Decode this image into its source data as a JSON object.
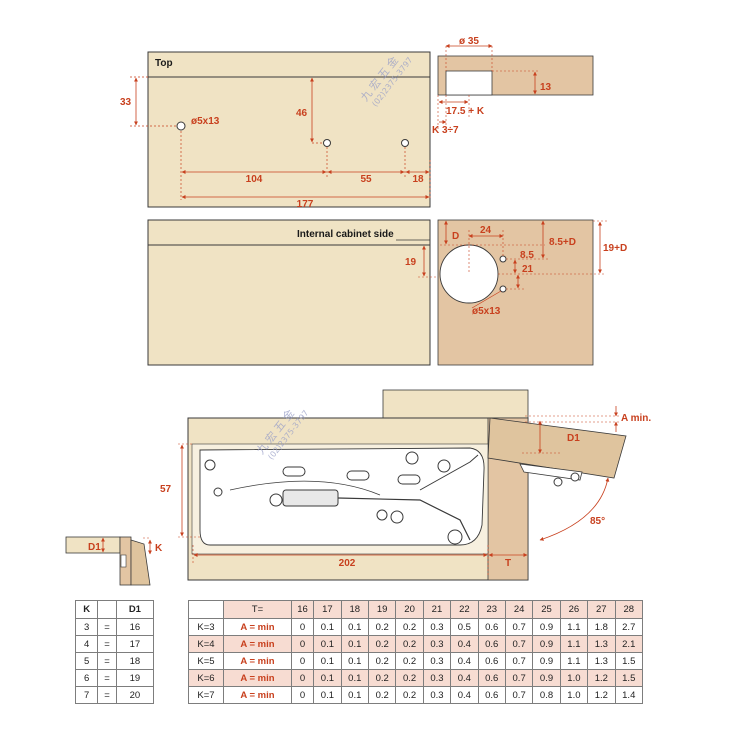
{
  "colors": {
    "wood": "#f0e3c4",
    "wood_dark": "#dfc49e",
    "wood_side": "#e3c5a3",
    "dimension": "#c8401e",
    "line": "#3a3a3a",
    "table_shade": "#f7dcd2"
  },
  "top_view": {
    "title": "Top",
    "dim_33": "33",
    "dim_46": "46",
    "hole_label": "ø5x13",
    "dim_104": "104",
    "dim_55": "55",
    "dim_18": "18",
    "dim_177": "177"
  },
  "top_edge_detail": {
    "dim_d35": "ø 35",
    "dim_13": "13",
    "dim_175k": "17.5 + K",
    "dim_k37": "K 3÷7"
  },
  "side_view": {
    "title": "Internal cabinet side",
    "dim_19": "19"
  },
  "side_detail": {
    "dim_d": "D",
    "dim_24": "24",
    "dim_85d": "8.5+D",
    "dim_19d": "19+D",
    "dim_85": "8.5",
    "dim_21": "21",
    "hole_label": "ø5x13"
  },
  "mechanism": {
    "dim_amin": "A min.",
    "dim_d1": "D1",
    "dim_57": "57",
    "angle": "85°",
    "dim_202": "202",
    "dim_t": "T"
  },
  "small_detail": {
    "dim_d1": "D1",
    "dim_k": "K"
  },
  "watermark": {
    "chars": [
      "九",
      "宏",
      "五",
      "金"
    ],
    "phone": "(02)2375-3797"
  },
  "k_d1_table": {
    "headers": [
      "K",
      "",
      "D1"
    ],
    "rows": [
      [
        "3",
        "=",
        "16"
      ],
      [
        "4",
        "=",
        "17"
      ],
      [
        "5",
        "=",
        "18"
      ],
      [
        "6",
        "=",
        "19"
      ],
      [
        "7",
        "=",
        "20"
      ]
    ]
  },
  "a_min_table": {
    "header_label": "T=",
    "columns": [
      "16",
      "17",
      "18",
      "19",
      "20",
      "21",
      "22",
      "23",
      "24",
      "25",
      "26",
      "27",
      "28"
    ],
    "rows": [
      {
        "k": "K=3",
        "a": "A = min",
        "values": [
          "0",
          "0.1",
          "0.1",
          "0.2",
          "0.2",
          "0.3",
          "0.5",
          "0.6",
          "0.7",
          "0.9",
          "1.1",
          "1.8",
          "2.7"
        ]
      },
      {
        "k": "K=4",
        "a": "A = min",
        "values": [
          "0",
          "0.1",
          "0.1",
          "0.2",
          "0.2",
          "0.3",
          "0.4",
          "0.6",
          "0.7",
          "0.9",
          "1.1",
          "1.3",
          "2.1"
        ]
      },
      {
        "k": "K=5",
        "a": "A = min",
        "values": [
          "0",
          "0.1",
          "0.1",
          "0.2",
          "0.2",
          "0.3",
          "0.4",
          "0.6",
          "0.7",
          "0.9",
          "1.1",
          "1.3",
          "1.5"
        ]
      },
      {
        "k": "K=6",
        "a": "A = min",
        "values": [
          "0",
          "0.1",
          "0.1",
          "0.2",
          "0.2",
          "0.3",
          "0.4",
          "0.6",
          "0.7",
          "0.9",
          "1.0",
          "1.2",
          "1.5"
        ]
      },
      {
        "k": "K=7",
        "a": "A = min",
        "values": [
          "0",
          "0.1",
          "0.1",
          "0.2",
          "0.2",
          "0.3",
          "0.4",
          "0.6",
          "0.7",
          "0.8",
          "1.0",
          "1.2",
          "1.4"
        ]
      }
    ]
  }
}
